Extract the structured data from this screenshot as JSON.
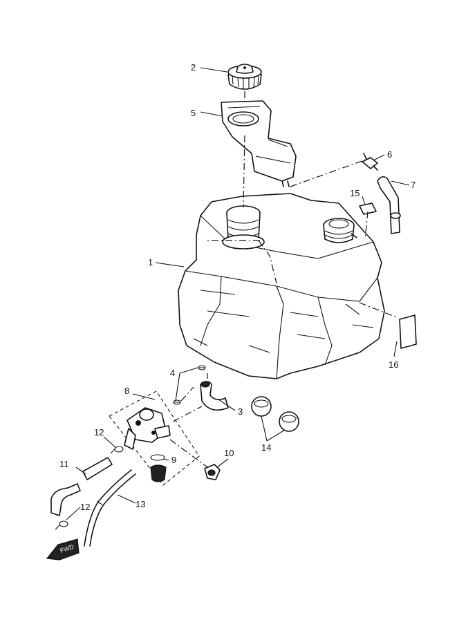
{
  "diagram": {
    "callouts": [
      {
        "id": "c1",
        "text": "1"
      },
      {
        "id": "c2",
        "text": "2"
      },
      {
        "id": "c3",
        "text": "3"
      },
      {
        "id": "c4",
        "text": "4"
      },
      {
        "id": "c5",
        "text": "5"
      },
      {
        "id": "c6",
        "text": "6"
      },
      {
        "id": "c7",
        "text": "7"
      },
      {
        "id": "c8",
        "text": "8"
      },
      {
        "id": "c9",
        "text": "9"
      },
      {
        "id": "c10",
        "text": "10"
      },
      {
        "id": "c11",
        "text": "11"
      },
      {
        "id": "c12a",
        "text": "12"
      },
      {
        "id": "c12b",
        "text": "12"
      },
      {
        "id": "c13",
        "text": "13"
      },
      {
        "id": "c14",
        "text": "14"
      },
      {
        "id": "c15",
        "text": "15"
      },
      {
        "id": "c16",
        "text": "16"
      }
    ],
    "front_marker_text": "FWD"
  }
}
